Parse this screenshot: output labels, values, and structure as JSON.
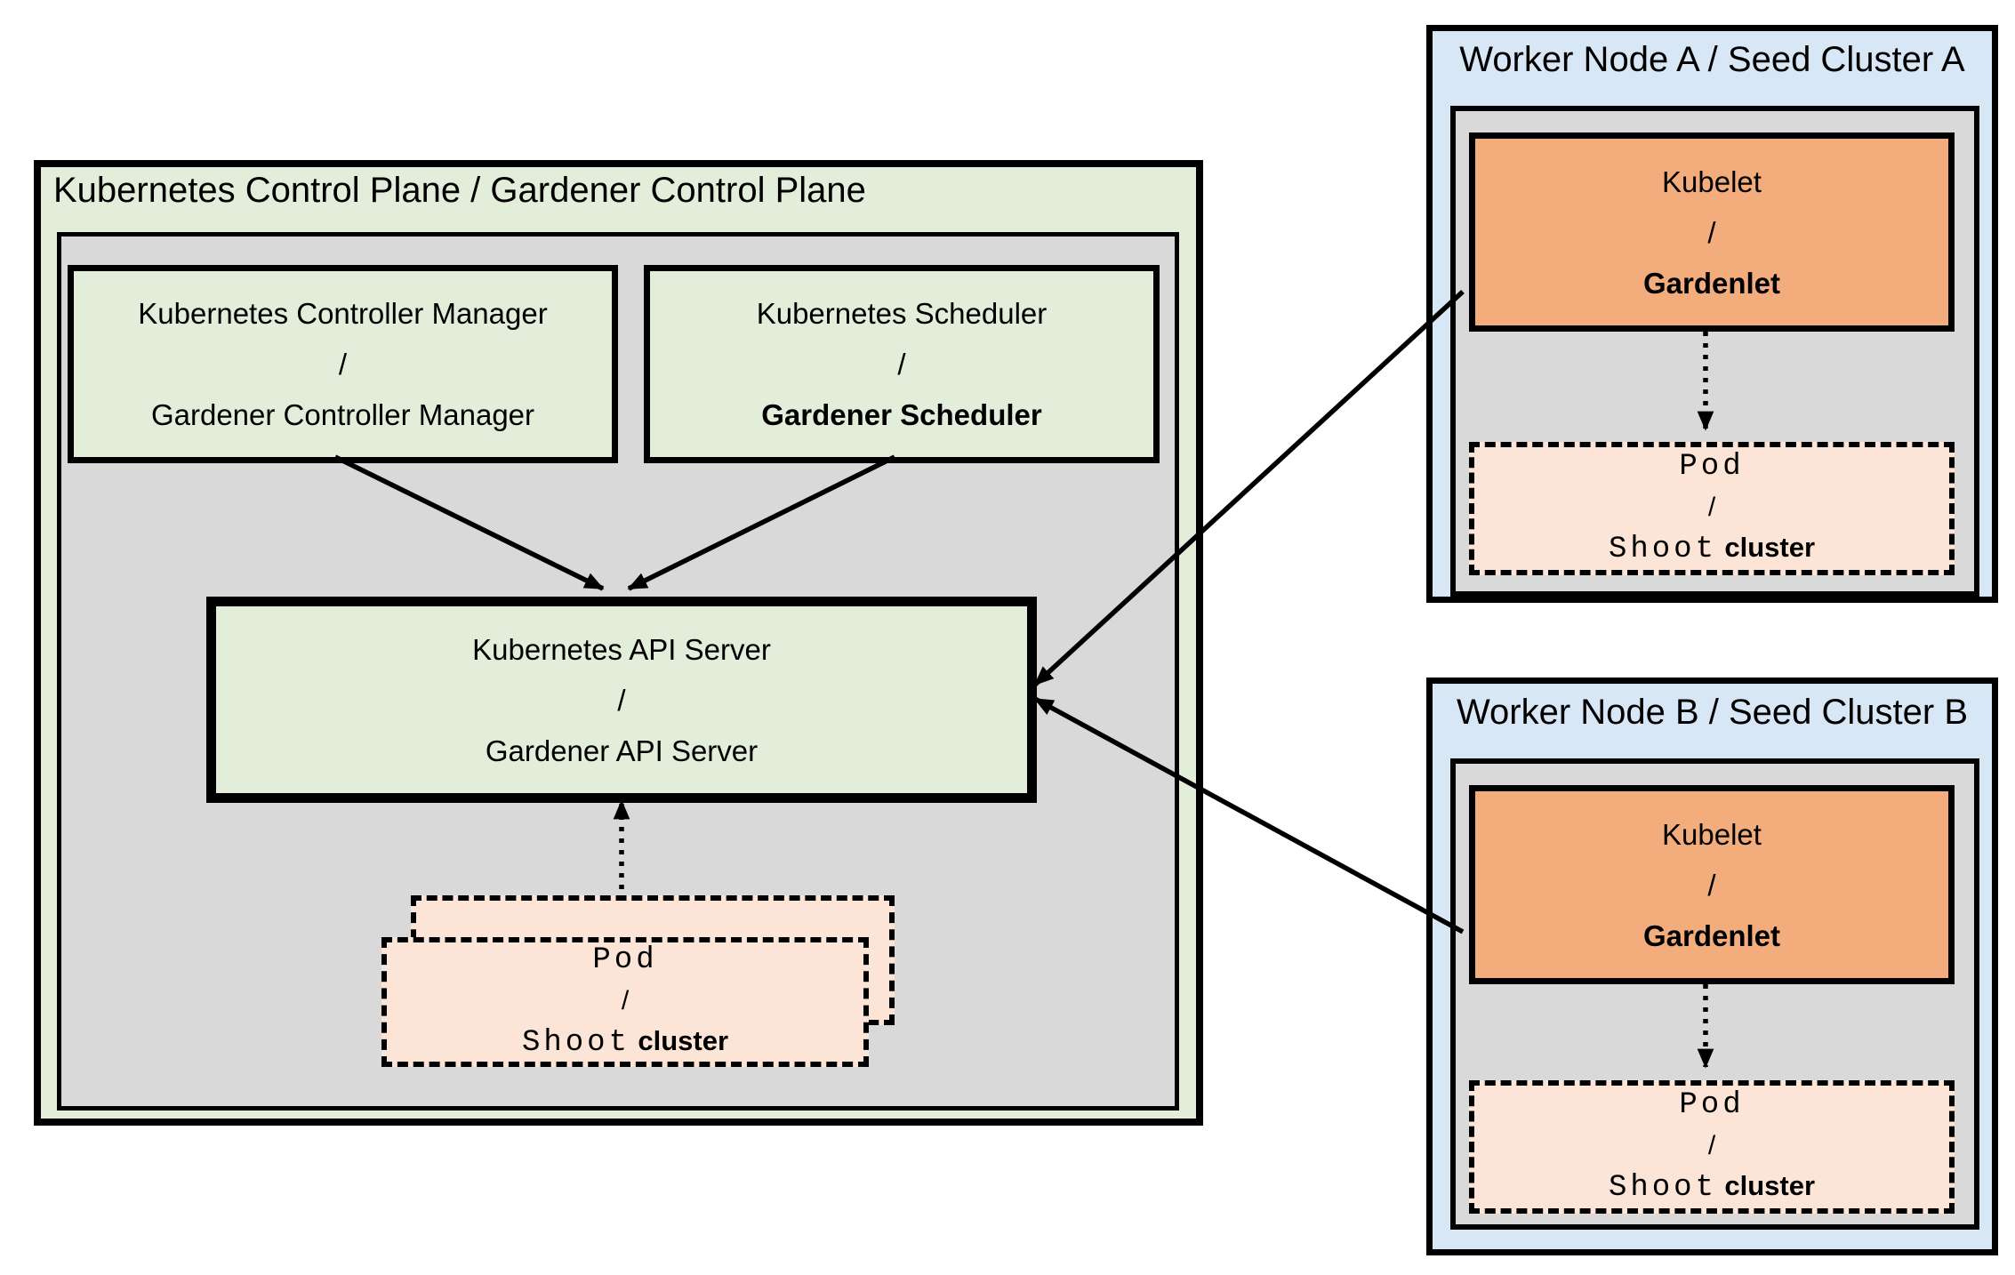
{
  "control_plane": {
    "title": "Kubernetes Control Plane / Gardener Control Plane",
    "controller_manager": {
      "top": "Kubernetes Controller Manager",
      "sep": "/",
      "bottom": "Gardener Controller Manager"
    },
    "scheduler": {
      "top": "Kubernetes Scheduler",
      "sep": "/",
      "bottom": "Gardener Scheduler"
    },
    "api_server": {
      "top": "Kubernetes API Server",
      "sep": "/",
      "bottom": "Gardener API Server"
    },
    "pod": {
      "top": "Pod",
      "sep": "/",
      "bottom_mono": "Shoot",
      "bottom_sans": "cluster"
    }
  },
  "worker_a": {
    "title": "Worker Node A / Seed Cluster A",
    "kubelet": {
      "top": "Kubelet",
      "sep": "/",
      "bottom": "Gardenlet"
    },
    "pod": {
      "top": "Pod",
      "sep": "/",
      "bottom_mono": "Shoot",
      "bottom_sans": "cluster"
    }
  },
  "worker_b": {
    "title": "Worker Node B / Seed Cluster B",
    "kubelet": {
      "top": "Kubelet",
      "sep": "/",
      "bottom": "Gardenlet"
    },
    "pod": {
      "top": "Pod",
      "sep": "/",
      "bottom_mono": "Shoot",
      "bottom_sans": "cluster"
    }
  },
  "colors": {
    "control_plane_bg": "#e3eeda",
    "component_green": "#e3eeda",
    "gray_panel": "#d9d9d9",
    "worker_bg": "#d8e7f5",
    "kubelet_orange": "#f3ad7c",
    "pod_peach": "#fce4d6",
    "line": "#000000"
  }
}
